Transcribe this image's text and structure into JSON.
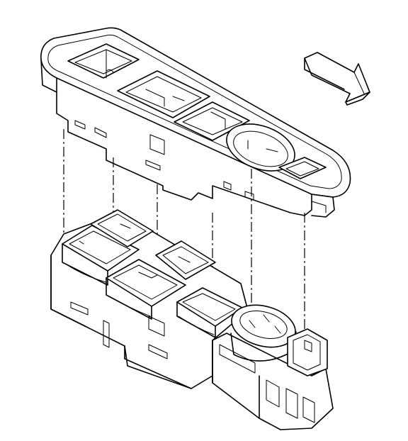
{
  "diagram": {
    "type": "exploded-assembly-line-drawing",
    "background_color": "#ffffff",
    "line_color": "#000000",
    "parts": [
      {
        "name": "switch-bezel",
        "role": "upper housing with four switch openings"
      },
      {
        "name": "window-switch-assembly",
        "role": "lower switch block with four rocker switches"
      },
      {
        "name": "electrical-connector",
        "role": "wiring connector at the end of the switch block"
      }
    ],
    "direction_arrow": {
      "icon": "arrow-icon",
      "meaning": "view direction"
    },
    "leader_lines": {
      "style": "dash-dot",
      "count": 6
    }
  }
}
